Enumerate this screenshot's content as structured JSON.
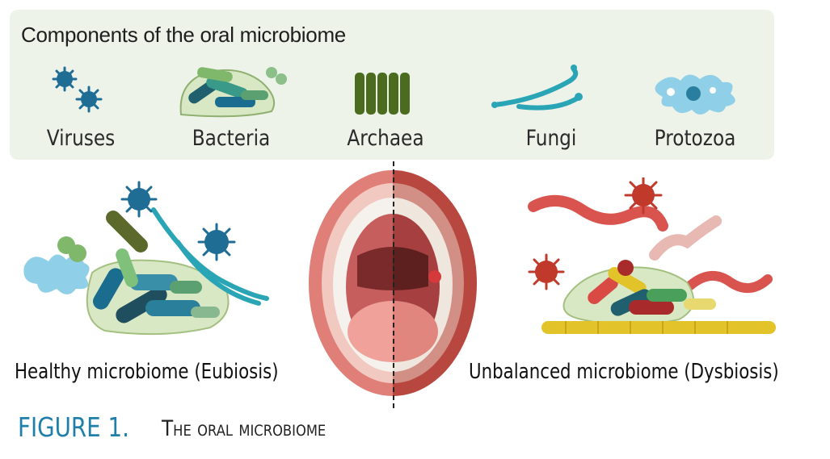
{
  "panel": {
    "title": "Components of the oral microbiome",
    "components": [
      {
        "label": "Viruses",
        "icon": "virus-icon"
      },
      {
        "label": "Bacteria",
        "icon": "bacteria-icon"
      },
      {
        "label": "Archaea",
        "icon": "archaea-icon"
      },
      {
        "label": "Fungi",
        "icon": "fungi-icon"
      },
      {
        "label": "Protozoa",
        "icon": "protozoa-icon"
      }
    ]
  },
  "states": {
    "healthy": "Healthy microbiome (Eubiosis)",
    "unbalanced": "Unbalanced microbiome (Dysbiosis)"
  },
  "caption": {
    "number": "FIGURE 1.",
    "title": "The oral microbiome"
  },
  "colors": {
    "panel_bg": "#eef3ea",
    "caption_blue": "#1f7fa8",
    "virus_blue": "#1f6d95",
    "virus_red": "#c0392b",
    "archaea_green": "#4b6b1f",
    "fungi_teal": "#2aa5b5"
  }
}
